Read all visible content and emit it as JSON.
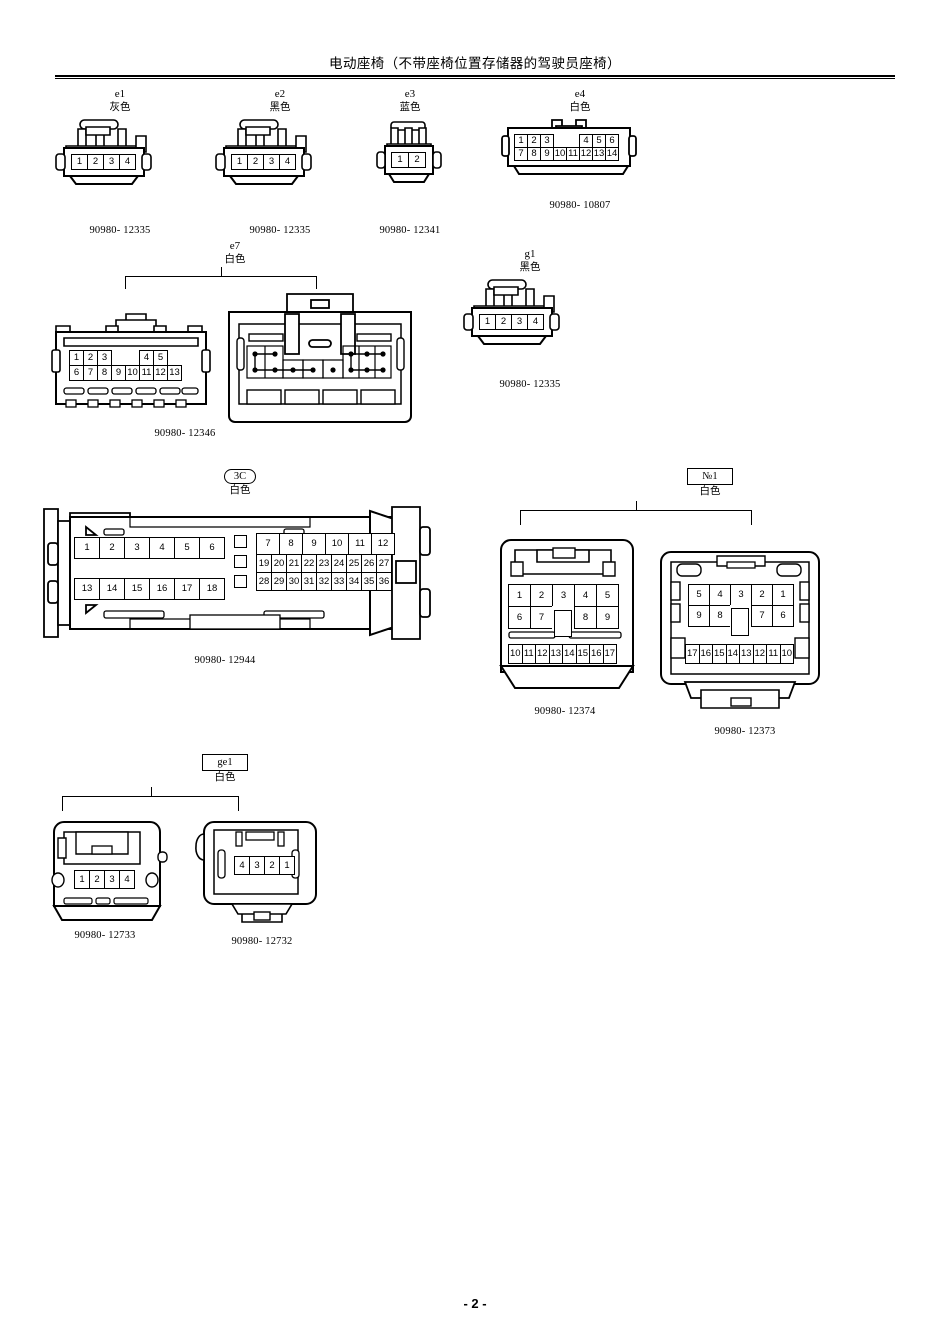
{
  "header": {
    "title": "电动座椅（不带座椅位置存储器的驾驶员座椅）"
  },
  "footer": {
    "page_number": "- 2 -"
  },
  "connectors": [
    {
      "id": "e1",
      "label": "e1",
      "color_text": "灰色",
      "color_name": "gray",
      "part_number": "90980- 12335",
      "pins_row1": [
        "1",
        "2",
        "3",
        "4"
      ]
    },
    {
      "id": "e2",
      "label": "e2",
      "color_text": "黑色",
      "color_name": "black",
      "part_number": "90980- 12335",
      "pins_row1": [
        "1",
        "2",
        "3",
        "4"
      ]
    },
    {
      "id": "e3",
      "label": "e3",
      "color_text": "蓝色",
      "color_name": "blue",
      "part_number": "90980- 12341",
      "pins_row1": [
        "1",
        "2"
      ]
    },
    {
      "id": "e4",
      "label": "e4",
      "color_text": "白色",
      "color_name": "white",
      "part_number": "90980- 10807",
      "pins_row1": [
        "1",
        "2",
        "3",
        "",
        "",
        "4",
        "5",
        "6"
      ],
      "pins_row2": [
        "7",
        "8",
        "9",
        "10",
        "11",
        "12",
        "13",
        "14"
      ]
    },
    {
      "id": "e7",
      "label": "e7",
      "color_text": "白色",
      "color_name": "white",
      "part_number": "90980- 12346",
      "pins_row1": [
        "1",
        "2",
        "3",
        "",
        "",
        "4",
        "5"
      ],
      "pins_row2": [
        "6",
        "7",
        "8",
        "9",
        "10",
        "11",
        "12",
        "13"
      ]
    },
    {
      "id": "g1",
      "label": "g1",
      "color_text": "黑色",
      "color_name": "black",
      "part_number": "90980- 12335",
      "pins_row1": [
        "1",
        "2",
        "3",
        "4"
      ]
    },
    {
      "id": "3C",
      "label": "3C",
      "badge_style": "oval",
      "color_text": "白色",
      "color_name": "white",
      "part_number": "90980- 12944",
      "left_row1": [
        "1",
        "2",
        "3",
        "4",
        "5",
        "6"
      ],
      "left_row2": [
        "13",
        "14",
        "15",
        "16",
        "17",
        "18"
      ],
      "right_row1": [
        "7",
        "8",
        "9",
        "10",
        "11",
        "12"
      ],
      "right_row2": [
        "19",
        "20",
        "21",
        "22",
        "23",
        "24",
        "25",
        "26",
        "27"
      ],
      "right_row3": [
        "28",
        "29",
        "30",
        "31",
        "32",
        "33",
        "34",
        "35",
        "36"
      ]
    },
    {
      "id": "no1",
      "label": "№1",
      "badge_style": "rect",
      "color_text": "白色",
      "color_name": "white",
      "left": {
        "part_number": "90980- 12374",
        "row1": [
          "1",
          "2",
          "3",
          "4",
          "5"
        ],
        "row2": [
          "6",
          "7",
          "",
          "8",
          "9"
        ],
        "row3": [
          "10",
          "11",
          "12",
          "13",
          "14",
          "15",
          "16",
          "17"
        ]
      },
      "right": {
        "part_number": "90980- 12373",
        "row1": [
          "5",
          "4",
          "3",
          "2",
          "1"
        ],
        "row2": [
          "9",
          "8",
          "",
          "7",
          "6"
        ],
        "row3": [
          "17",
          "16",
          "15",
          "14",
          "13",
          "12",
          "11",
          "10"
        ]
      }
    },
    {
      "id": "ge1",
      "label": "ge1",
      "badge_style": "rect",
      "color_text": "白色",
      "color_name": "white",
      "left": {
        "part_number": "90980- 12733",
        "row1": [
          "1",
          "2",
          "3",
          "4"
        ]
      },
      "right": {
        "part_number": "90980- 12732",
        "row1": [
          "4",
          "3",
          "2",
          "1"
        ]
      }
    }
  ]
}
